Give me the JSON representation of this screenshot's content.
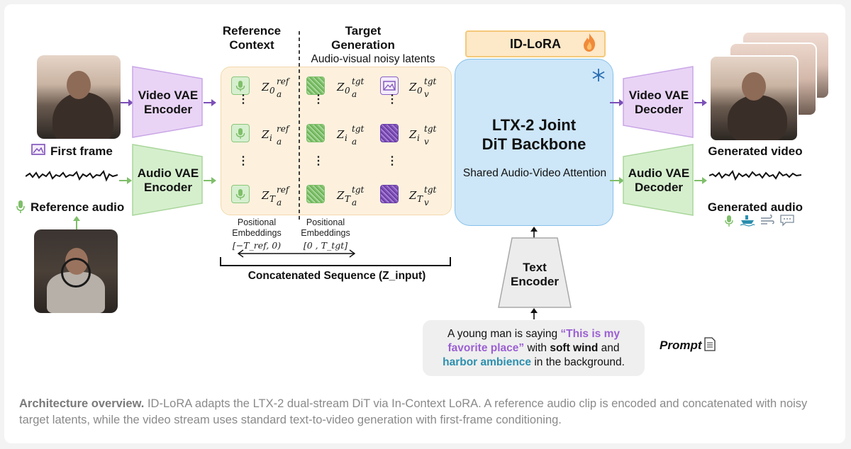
{
  "columns": {
    "reference_context": "Reference Context",
    "target_generation": "Target Generation",
    "noisy_latents": "Audio-visual noisy latents"
  },
  "encoders": {
    "video_vae_encoder": "Video VAE Encoder",
    "audio_vae_encoder": "Audio VAE Encoder",
    "video_vae_decoder": "Video VAE Decoder",
    "audio_vae_decoder": "Audio VAE Decoder",
    "text_encoder": "Text Encoder"
  },
  "inputs": {
    "first_frame": "First frame",
    "reference_audio": "Reference audio"
  },
  "outputs": {
    "generated_video": "Generated video",
    "generated_audio": "Generated audio"
  },
  "backbone": {
    "id_lora": "ID-LoRA",
    "title_line1": "LTX-2 Joint",
    "title_line2": "DiT Backbone",
    "attention": "Shared Audio-Video Attention"
  },
  "latents": {
    "ref_sup": "ref",
    "tgt_sup": "tgt",
    "sub_a": "a",
    "sub_v": "v",
    "idx_0": "0",
    "idx_i": "i",
    "idx_T": "T",
    "Z": "Z"
  },
  "positional": {
    "left_label": "Positional Embeddings",
    "left_range": "[−T_ref, 0)",
    "right_label": "Positional Embeddings",
    "right_range": "[0 , T_tgt]"
  },
  "sequence": {
    "label": "Concatenated Sequence (Z_input)"
  },
  "prompt": {
    "part1": "A young man is saying ",
    "quote": "“This is my favorite place”",
    "part2": " with ",
    "wind": "soft wind",
    "part3": " and ",
    "harbor": "harbor ambience",
    "part4": " in the background.",
    "label": "Prompt"
  },
  "caption": {
    "bold": "Architecture overview.",
    "text": " ID-LoRA adapts the LTX-2 dual-stream DiT via In-Context LoRA. A reference audio clip is encoded and concatenated with noisy target latents, while the video stream uses standard text-to-video generation with first-frame conditioning."
  },
  "colors": {
    "video_purple": "#e9d4f5",
    "audio_green": "#d5efcd",
    "backbone_blue": "#cde6f8",
    "latent_cream": "#fdf1de",
    "quote_purple": "#9b5fd3",
    "harbor_teal": "#2c8fae",
    "arrow_purple": "#7c4fb8",
    "arrow_green": "#7fbf6a"
  },
  "icons": [
    "image-icon",
    "microphone-icon",
    "fire-icon",
    "snowflake-icon",
    "ship-icon",
    "wind-icon",
    "speech-icon",
    "document-icon"
  ]
}
